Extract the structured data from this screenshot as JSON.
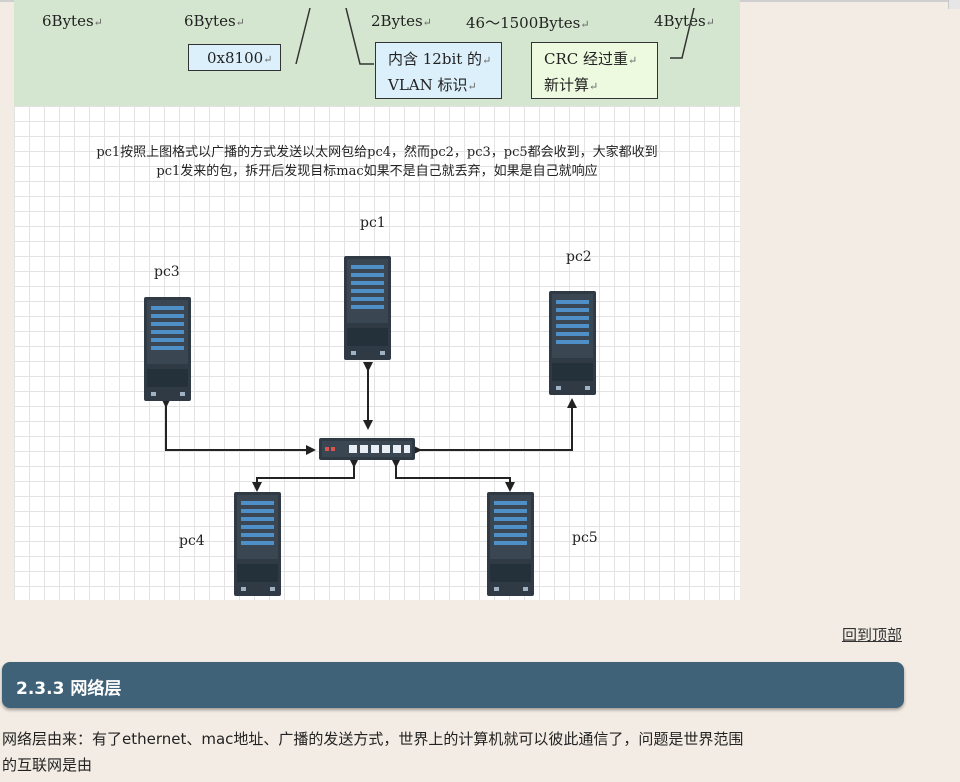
{
  "frame_header": {
    "sizes": {
      "dst_mac": "6Bytes",
      "src_mac": "6Bytes",
      "vlan_tag": "2Bytes",
      "payload": "46～1500Bytes",
      "crc": "4Bytes"
    },
    "marker": "↵",
    "tpid_box": "0x8100",
    "vlan_box": [
      "内含 12bit 的",
      "VLAN 标识"
    ],
    "crc_box": [
      "CRC 经过重",
      "新计算"
    ]
  },
  "diagram": {
    "caption": [
      "pc1按照上图格式以广播的方式发送以太网包给pc4，然而pc2，pc3，pc5都会收到，大家都收到",
      "pc1发来的包，拆开后发现目标mac如果不是自己就丢弃，如果是自己就响应"
    ],
    "nodes": [
      "pc1",
      "pc2",
      "pc3",
      "pc4",
      "pc5"
    ]
  },
  "back_to_top": "回到顶部",
  "section": {
    "title": "2.3.3 网络层",
    "paragraph": [
      "网络层由来：有了ethernet、mac地址、广播的发送方式，世界上的计算机就可以彼此通信了，问题是世界范围",
      "的互联网是由"
    ]
  },
  "colors": {
    "header_band": "#d4e6cf",
    "section_header": "#3f6279",
    "server_body": "#2f3a45",
    "server_accent": "#4f8fc7"
  }
}
